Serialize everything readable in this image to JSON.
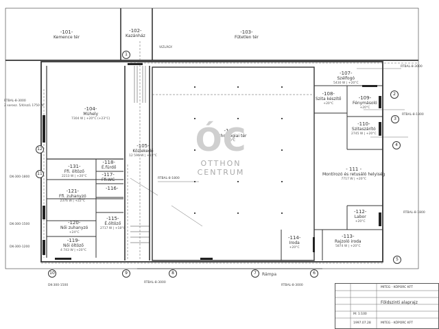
{
  "rooms": [
    {
      "id": "r101",
      "num": "-101-",
      "name": "Kemence tér"
    },
    {
      "id": "r102",
      "num": "-102-",
      "name": "Kazánház"
    },
    {
      "id": "r103",
      "num": "-103-",
      "name": "Fűtetlen tér"
    },
    {
      "id": "r104",
      "num": "-104-",
      "name": "Mühely",
      "sub": "7304 W | +20°C (+23°C)"
    },
    {
      "id": "r105",
      "num": "-105-",
      "name": "Közlekedő",
      "sub": "12 596 W | +18°C"
    },
    {
      "id": "r106",
      "num": "-106-",
      "name": "Technológiai tér",
      "sub": "+20°C"
    },
    {
      "id": "r107",
      "num": "-107-",
      "name": "Szélfogó",
      "sub": "5430 W | +20°C"
    },
    {
      "id": "r108",
      "num": "-108-",
      "name": "Szita készítő",
      "sub": "+20°C"
    },
    {
      "id": "r109",
      "num": "-109-",
      "name": "Fénymásoló",
      "sub": "+20°C"
    },
    {
      "id": "r110",
      "num": "-110-",
      "name": "Szitaszárító",
      "sub": "2745 W | +20°C"
    },
    {
      "id": "r111",
      "num": "- 111 -",
      "name": "Montírozó és retusáló helyiség",
      "sub": "7717 W | +20°C"
    },
    {
      "id": "r112",
      "num": "-112-",
      "name": "Labor",
      "sub": "+20°C"
    },
    {
      "id": "r113",
      "num": "-113-",
      "name": "Rajzoló iroda",
      "sub": "5874 W | +20°C"
    },
    {
      "id": "r114",
      "num": "-114-",
      "name": "Iroda",
      "sub": "+20°C"
    },
    {
      "id": "r115",
      "num": "-115-",
      "name": "É.öltöző",
      "sub": "2717 W | +18°C"
    },
    {
      "id": "r116",
      "num": "-116-",
      "name": ""
    },
    {
      "id": "r117",
      "num": "-117-",
      "name": "Ffi.WC"
    },
    {
      "id": "r118",
      "num": "-118-",
      "name": "É.fürdő"
    },
    {
      "id": "r119",
      "num": "-119-",
      "name": "Női öltöző",
      "sub": "4 743 W | +20°C"
    },
    {
      "id": "r120",
      "num": "-120-",
      "name": "Női zuhanyzó",
      "sub": "+24°C"
    },
    {
      "id": "r121",
      "num": "-121-",
      "name": "Ffi. zuhanyzó",
      "sub": "2376 W | +22°C"
    },
    {
      "id": "r131",
      "num": "-131-",
      "name": "Ffi. öltöző",
      "sub": "2213 W | +20°C"
    }
  ],
  "axes": [
    "1",
    "2",
    "3",
    "4",
    "5",
    "6",
    "7",
    "8",
    "9",
    "10",
    "11",
    "12"
  ],
  "labels": {
    "rampa": "Rámpa",
    "vizlagy": "VIZLÁGY.",
    "cap_a": "RTBAL-8-3000",
    "cap_b": "RTBAL-8-1800",
    "cap_c": "DK-300-1800",
    "cap_d": "DK-300-1500",
    "cap_e": "DK-300-1200",
    "cap_f": "2 sorosz. 5/4/sz/L 1750 W"
  },
  "watermark": {
    "mark": "ÓC",
    "line1": "OTTHON",
    "line2": "CENTRUM"
  },
  "titleblock": {
    "company": "MITEG - KÓPORC KFT",
    "drawing": "Földszinti alaprajz",
    "scale": "M: 1:100",
    "date": "1997.07.28"
  }
}
